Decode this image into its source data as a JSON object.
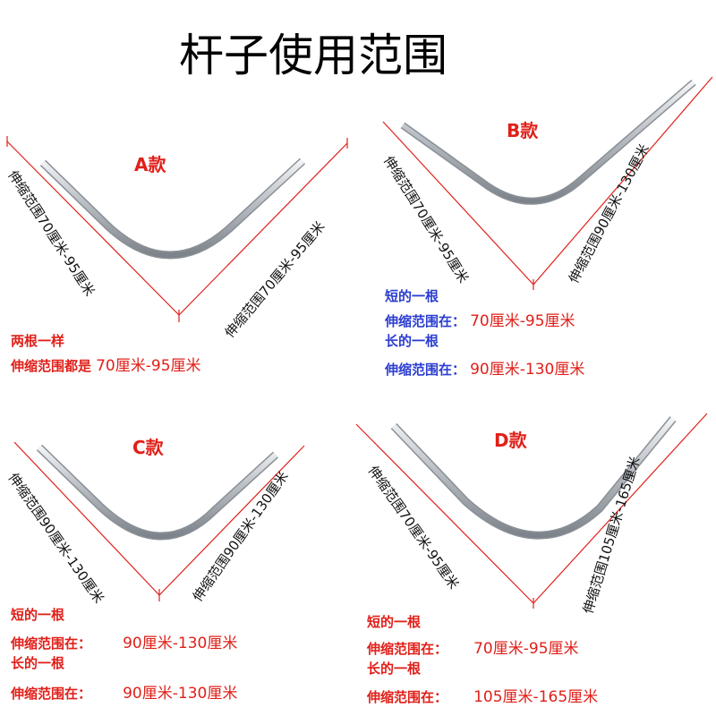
{
  "title": "杆子使用范围",
  "panels": {
    "a": {
      "label": "A款",
      "left_range": "伸缩范围70厘米-95厘米",
      "right_range": "伸缩范围70厘米-95厘米",
      "note_line1": "两根一样",
      "note_line2_label": "伸缩范围都是",
      "note_line2_value": "70厘米-95厘米"
    },
    "b": {
      "label": "B款",
      "left_range": "伸缩范围70厘米-95厘米",
      "right_range": "伸缩范围90厘米-130厘米",
      "short_heading": "短的一根",
      "short_label": "伸缩范围在：",
      "short_value": "70厘米-95厘米",
      "long_heading": "长的一根",
      "long_label": "伸缩范围在：",
      "long_value": "90厘米-130厘米"
    },
    "c": {
      "label": "C款",
      "left_range": "伸缩范围90厘米-130厘米",
      "right_range": "伸缩范围90厘米-130厘米",
      "short_heading": "短的一根",
      "short_label": "伸缩范围在：",
      "short_value": "90厘米-130厘米",
      "long_heading": "长的一根",
      "long_label": "伸缩范围在：",
      "long_value": "90厘米-130厘米"
    },
    "d": {
      "label": "D款",
      "left_range": "伸缩范围70厘米-95厘米",
      "right_range": "伸缩范围105厘米-165厘米",
      "short_heading": "短的一根",
      "short_label": "伸缩范围在：",
      "short_value": "70厘米-95厘米",
      "long_heading": "长的一根",
      "long_label": "伸缩范围在：",
      "long_value": "105厘米-165厘米"
    }
  },
  "colors": {
    "accent_red": "#e0201a",
    "heading_blue": "#2b3dd0",
    "rod_metal": "#9aa0a6"
  }
}
